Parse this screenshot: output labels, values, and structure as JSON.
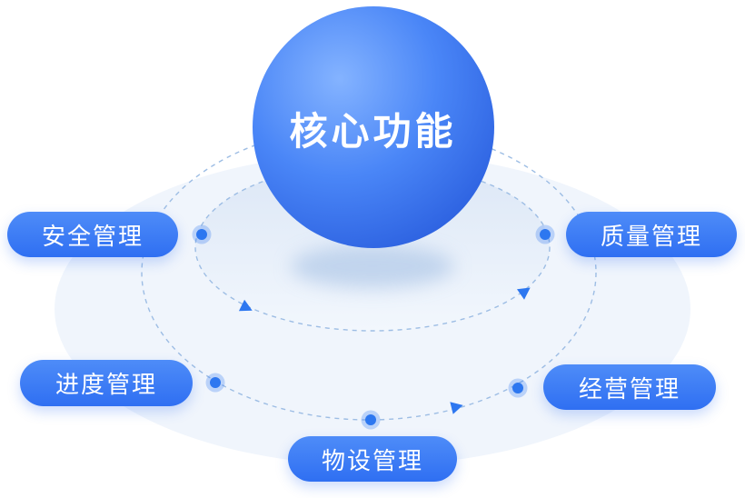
{
  "title": "核心功能",
  "nodes": [
    {
      "id": "safety",
      "label": "安全管理"
    },
    {
      "id": "quality",
      "label": "质量管理"
    },
    {
      "id": "progress",
      "label": "进度管理"
    },
    {
      "id": "operation",
      "label": "经营管理"
    },
    {
      "id": "equipment",
      "label": "物设管理"
    }
  ],
  "colors": {
    "sphere_highlight": "#84b3ff",
    "sphere_base": "#4a86f7",
    "sphere_deep": "#2254d8",
    "pill_top": "#4e8cf8",
    "pill_bottom": "#2f6ff2",
    "orbit_line": "#9dbde4",
    "dot_core": "#2d77f0",
    "dot_halo": "#bcd6f7",
    "platform": "#f0f5fc",
    "inner_ring_top": "#dce7f6",
    "text_on_blue": "#ffffff"
  }
}
